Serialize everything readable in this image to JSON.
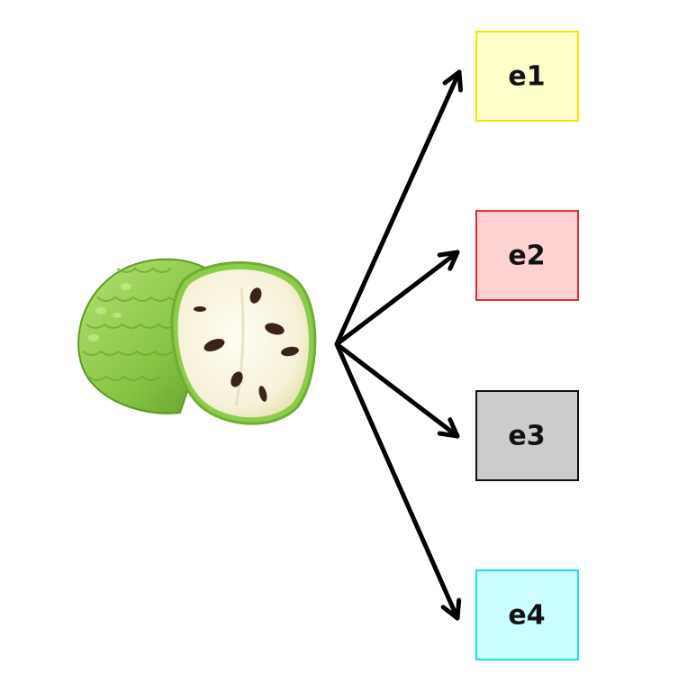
{
  "diagram": {
    "source": {
      "icon": "soursop-fruit-icon",
      "colors": {
        "skin": "#8ccc4a",
        "skin_dark": "#5e9a26",
        "flesh": "#fbf8ea",
        "seed": "#3b231b"
      }
    },
    "edge_color": "#000000",
    "targets": [
      {
        "id": "e1",
        "label": "e1",
        "fill": "#ffffcc",
        "stroke": "#f0e800"
      },
      {
        "id": "e2",
        "label": "e2",
        "fill": "#ffd2d2",
        "stroke": "#e03030"
      },
      {
        "id": "e3",
        "label": "e3",
        "fill": "#cccccc",
        "stroke": "#111111"
      },
      {
        "id": "e4",
        "label": "e4",
        "fill": "#ccffff",
        "stroke": "#22dde8"
      }
    ]
  }
}
